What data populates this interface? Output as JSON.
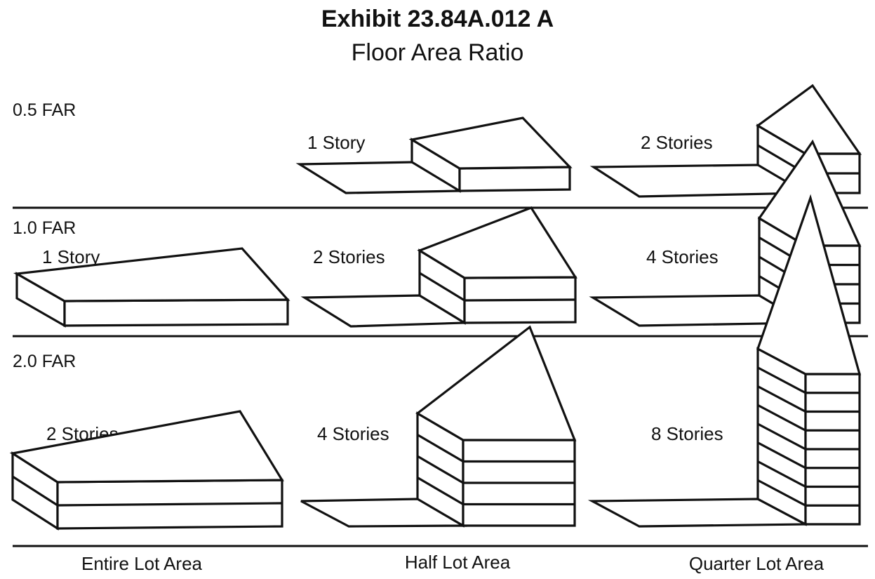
{
  "title": "Exhibit 23.84A.012 A",
  "subtitle": "Floor Area Ratio",
  "rows": [
    {
      "far": "0.5 FAR"
    },
    {
      "far": "1.0 FAR"
    },
    {
      "far": "2.0 FAR"
    }
  ],
  "columns": [
    {
      "label": "Entire Lot Area"
    },
    {
      "label": "Half Lot Area"
    },
    {
      "label": "Quarter Lot Area"
    }
  ],
  "buildings": [
    {
      "label": "1 Story",
      "floors": 1
    },
    {
      "label": "2 Stories",
      "floors": 2
    },
    {
      "label": "1 Story",
      "floors": 1
    },
    {
      "label": "2 Stories",
      "floors": 2
    },
    {
      "label": "4 Stories",
      "floors": 4
    },
    {
      "label": "2 Stories",
      "floors": 2
    },
    {
      "label": "4 Stories",
      "floors": 4
    },
    {
      "label": "8 Stories",
      "floors": 8
    }
  ]
}
